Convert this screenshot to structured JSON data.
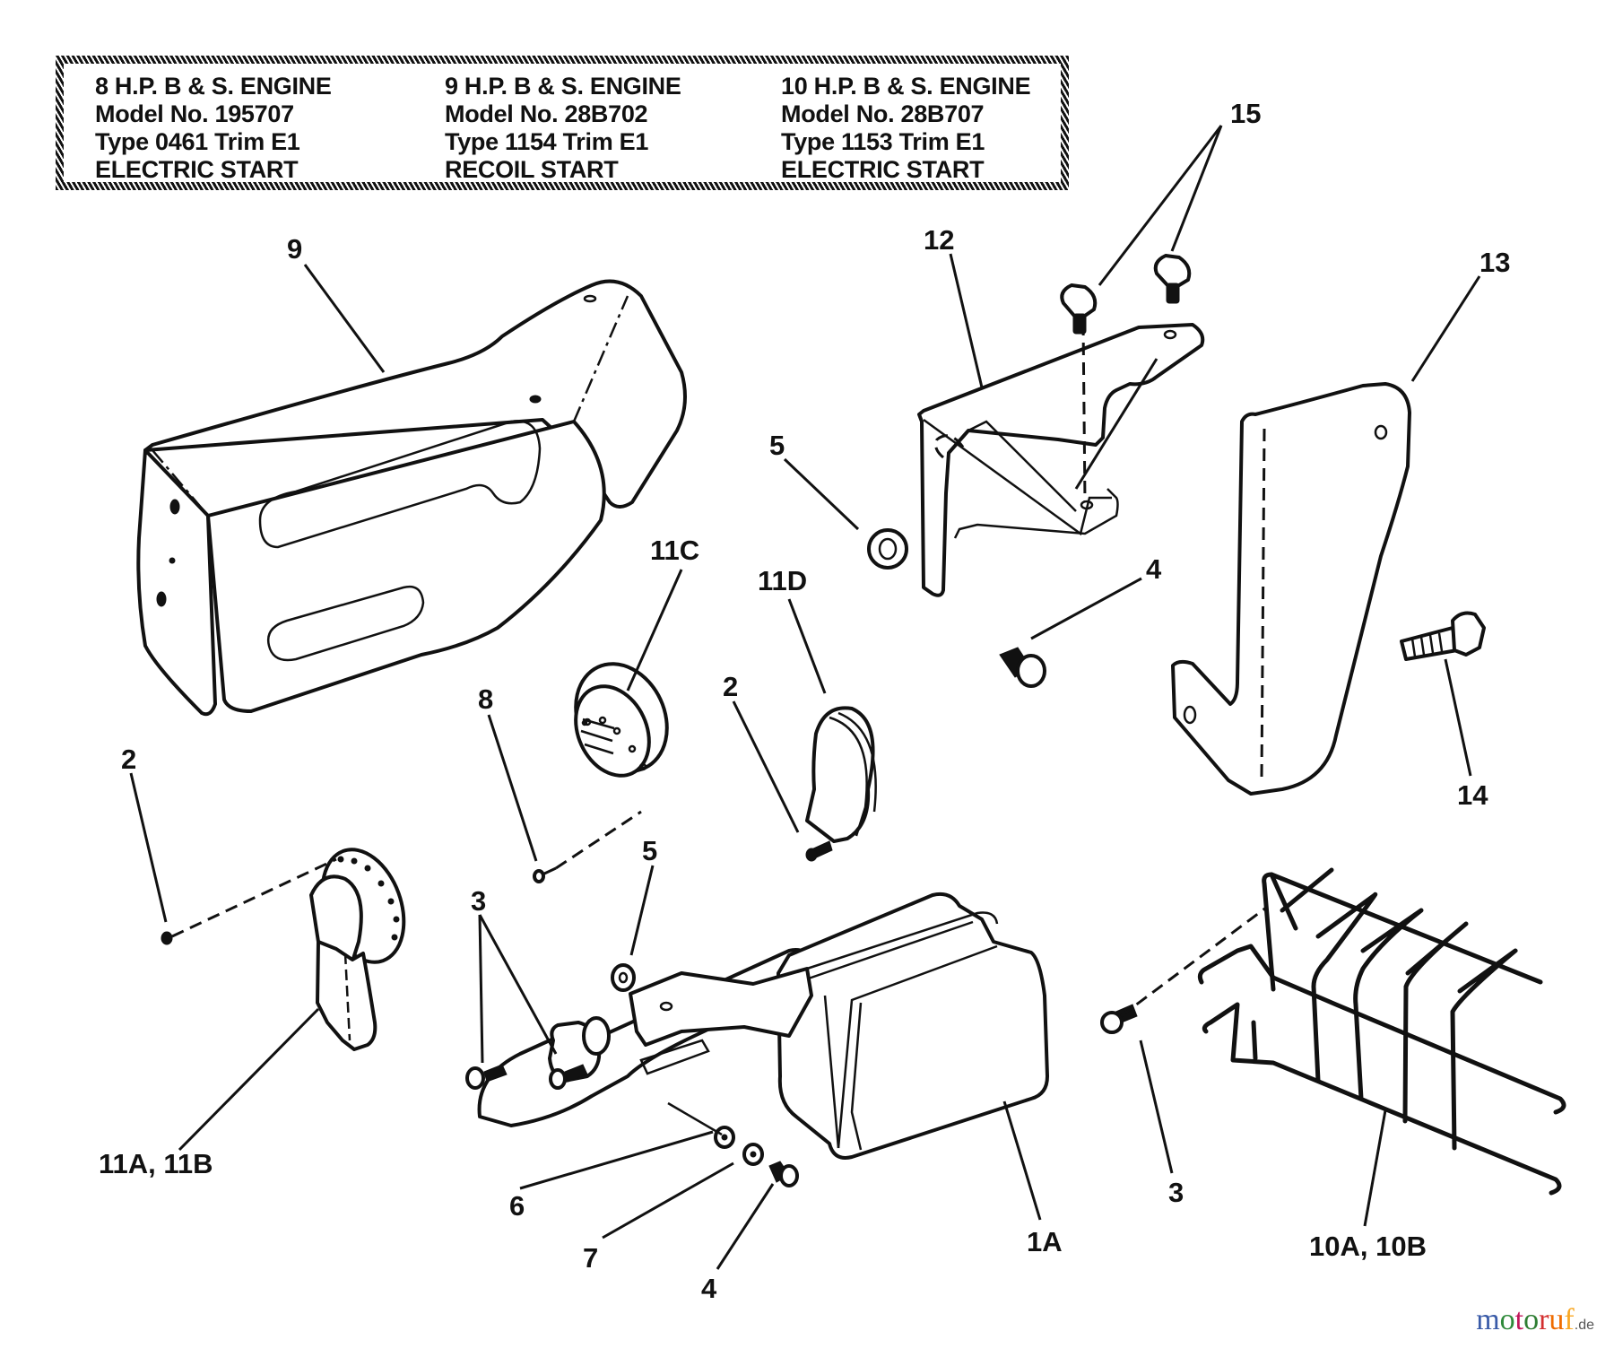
{
  "engine_table": {
    "columns": [
      {
        "line1": "8 H.P. B & S. ENGINE",
        "line2": "Model No. 195707",
        "line3": "Type 0461 Trim E1",
        "line4": "ELECTRIC START"
      },
      {
        "line1": "9 H.P. B & S. ENGINE",
        "line2": "Model No. 28B702",
        "line3": "Type 1154 Trim E1",
        "line4": "RECOIL START"
      },
      {
        "line1": "10 H.P. B & S. ENGINE",
        "line2": "Model No. 28B707",
        "line3": "Type 1153 Trim E1",
        "line4": "ELECTRIC START"
      }
    ]
  },
  "callouts": {
    "c15": "15",
    "c9": "9",
    "c12": "12",
    "c13": "13",
    "c5_upper": "5",
    "c11C": "11C",
    "c11D": "11D",
    "c4_upper": "4",
    "c8": "8",
    "c2_mid": "2",
    "c2_left": "2",
    "c14": "14",
    "c5_lower": "5",
    "c3_left": "3",
    "c11AB": "11A, 11B",
    "c6": "6",
    "c7": "7",
    "c4_lower": "4",
    "c1A": "1A",
    "c3_right": "3",
    "c10AB": "10A, 10B"
  },
  "watermark": {
    "letters": [
      {
        "ch": "m",
        "color": "#3a5ba8"
      },
      {
        "ch": "o",
        "color": "#2f8a3a"
      },
      {
        "ch": "t",
        "color": "#c2185b"
      },
      {
        "ch": "o",
        "color": "#2e7d32"
      },
      {
        "ch": "r",
        "color": "#d32f2f"
      },
      {
        "ch": "u",
        "color": "#ef6c00"
      },
      {
        "ch": "f",
        "color": "#f9a825"
      }
    ],
    "tld": ".de"
  }
}
